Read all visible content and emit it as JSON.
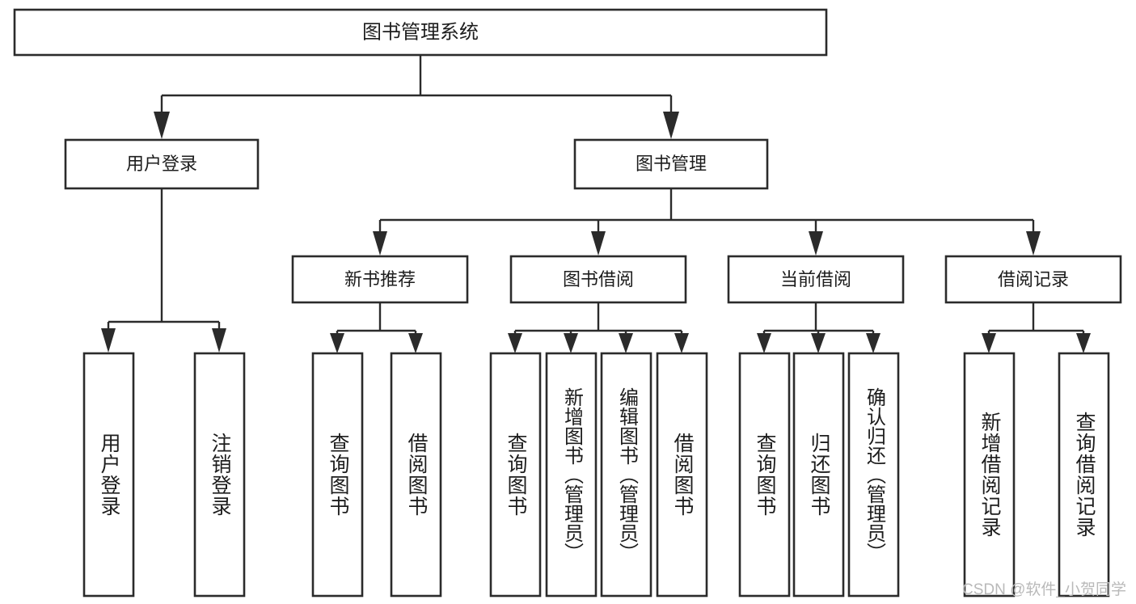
{
  "diagram": {
    "type": "tree-hierarchy",
    "title": "图书管理系统",
    "watermark": "CSDN @软件_小贺同学",
    "colors": {
      "stroke": "#2b2b2b",
      "fill": "#ffffff",
      "text": "#1d1d1d",
      "watermark": "#b9b9b9",
      "background": "#ffffff"
    },
    "root": {
      "label": "图书管理系统"
    },
    "level1": [
      {
        "label": "用户登录"
      },
      {
        "label": "图书管理"
      }
    ],
    "level2": [
      {
        "label": "新书推荐"
      },
      {
        "label": "图书借阅"
      },
      {
        "label": "当前借阅"
      },
      {
        "label": "借阅记录"
      }
    ],
    "leaves": {
      "user_login": [
        {
          "label": "用户登录"
        },
        {
          "label": "注销登录"
        }
      ],
      "new_book_recommend": [
        {
          "label": "查询图书"
        },
        {
          "label": "借阅图书"
        }
      ],
      "book_borrow": [
        {
          "label": "查询图书"
        },
        {
          "label": "新增图书（管理员）"
        },
        {
          "label": "编辑图书（管理员）"
        },
        {
          "label": "借阅图书"
        }
      ],
      "current_borrow": [
        {
          "label": "查询图书"
        },
        {
          "label": "归还图书"
        },
        {
          "label": "确认归还（管理员）"
        }
      ],
      "borrow_record": [
        {
          "label": "新增借阅记录"
        },
        {
          "label": "查询借阅记录"
        }
      ]
    }
  }
}
